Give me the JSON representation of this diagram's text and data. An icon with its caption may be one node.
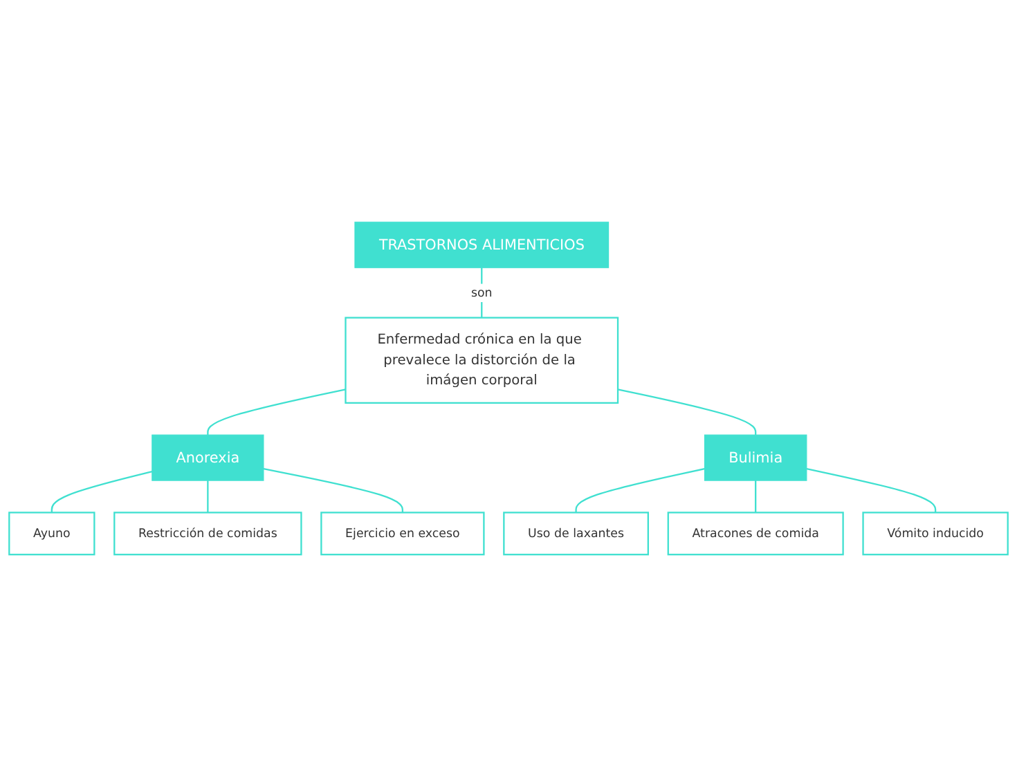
{
  "diagram": {
    "nodes": [
      {
        "text": [
          "TRASTORNOS ALIMENTICIOS"
        ]
      },
      {
        "text": [
          "Enfermedad crónica en la que prevalece la distorción de la imágen corporal"
        ]
      },
      {
        "text": [
          "Anorexia"
        ]
      },
      {
        "text": [
          "Ayuno"
        ]
      },
      {
        "text": [
          "Restricción de comidas"
        ]
      },
      {
        "text": [
          "Ejercicio en exceso"
        ]
      },
      {
        "text": [
          "Bulimia"
        ]
      },
      {
        "text": [
          "Uso de laxantes"
        ]
      },
      {
        "text": [
          "Atracones de comida"
        ]
      },
      {
        "text": [
          "Vómito inducido"
        ]
      }
    ],
    "edges": [
      {
        "from": 0,
        "to": 1,
        "arrow": "none",
        "label": "son"
      },
      {
        "from": 1,
        "to": 2,
        "arrow": "none"
      },
      {
        "from": 1,
        "to": 6,
        "arrow": "none"
      },
      {
        "from": 2,
        "to": 3,
        "arrow": "none"
      },
      {
        "from": 2,
        "to": 4,
        "arrow": "none"
      },
      {
        "from": 2,
        "to": 5,
        "arrow": "none"
      },
      {
        "from": 6,
        "to": 7,
        "arrow": "none"
      },
      {
        "from": 6,
        "to": 8,
        "arrow": "none"
      },
      {
        "from": 6,
        "to": 9,
        "arrow": "none"
      }
    ]
  }
}
